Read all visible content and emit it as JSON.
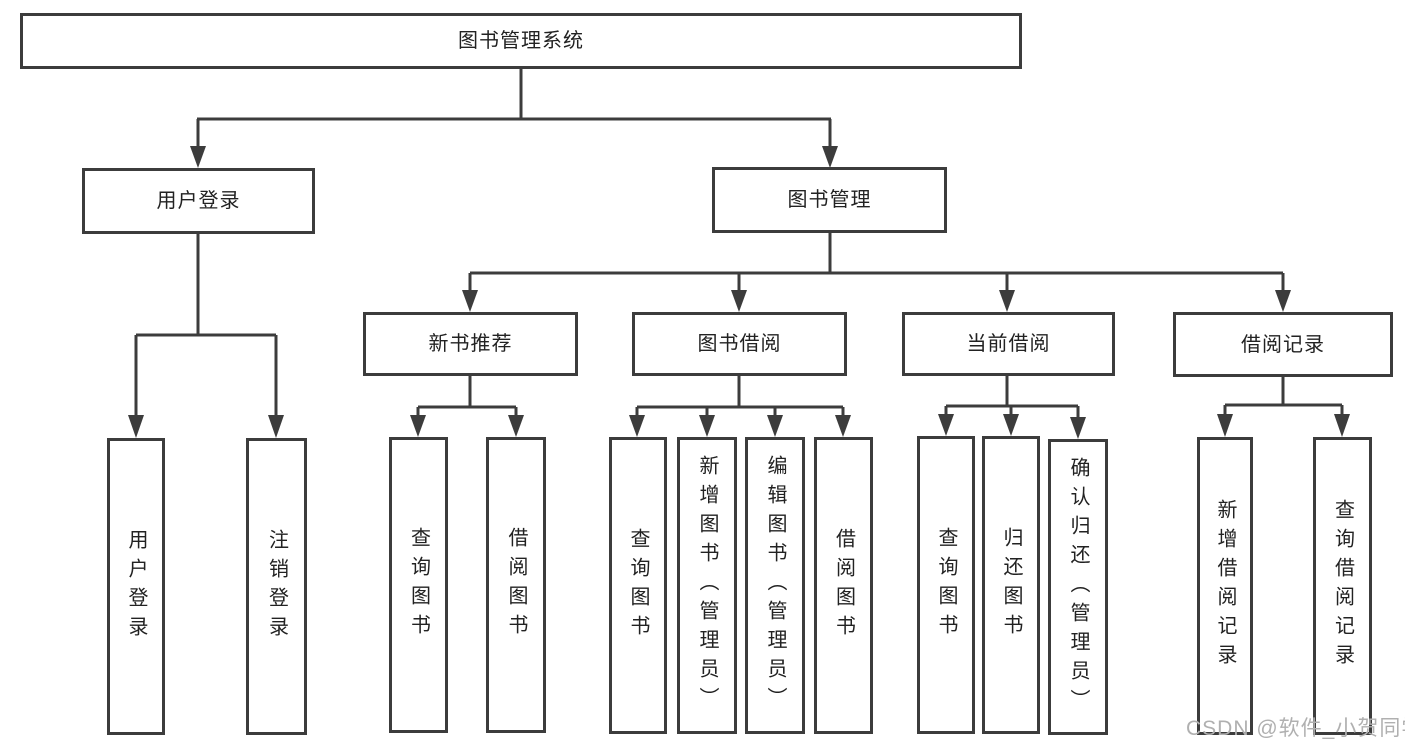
{
  "watermark": "CSDN @软件_小贺同学",
  "colors": {
    "line": "#3c3c3c",
    "text": "#222222",
    "watermark": "#b0b0b0",
    "background": "#ffffff"
  },
  "tree": {
    "label": "图书管理系统",
    "children": [
      {
        "label": "用户登录",
        "children": [
          {
            "label": "用户登录"
          },
          {
            "label": "注销登录"
          }
        ]
      },
      {
        "label": "图书管理",
        "children": [
          {
            "label": "新书推荐",
            "children": [
              {
                "label": "查询图书"
              },
              {
                "label": "借阅图书"
              }
            ]
          },
          {
            "label": "图书借阅",
            "children": [
              {
                "label": "查询图书"
              },
              {
                "label": "新增图书（管理员）"
              },
              {
                "label": "编辑图书（管理员）"
              },
              {
                "label": "借阅图书"
              }
            ]
          },
          {
            "label": "当前借阅",
            "children": [
              {
                "label": "查询图书"
              },
              {
                "label": "归还图书"
              },
              {
                "label": "确认归还（管理员）"
              }
            ]
          },
          {
            "label": "借阅记录",
            "children": [
              {
                "label": "新增借阅记录"
              },
              {
                "label": "查询借阅记录"
              }
            ]
          }
        ]
      }
    ]
  }
}
